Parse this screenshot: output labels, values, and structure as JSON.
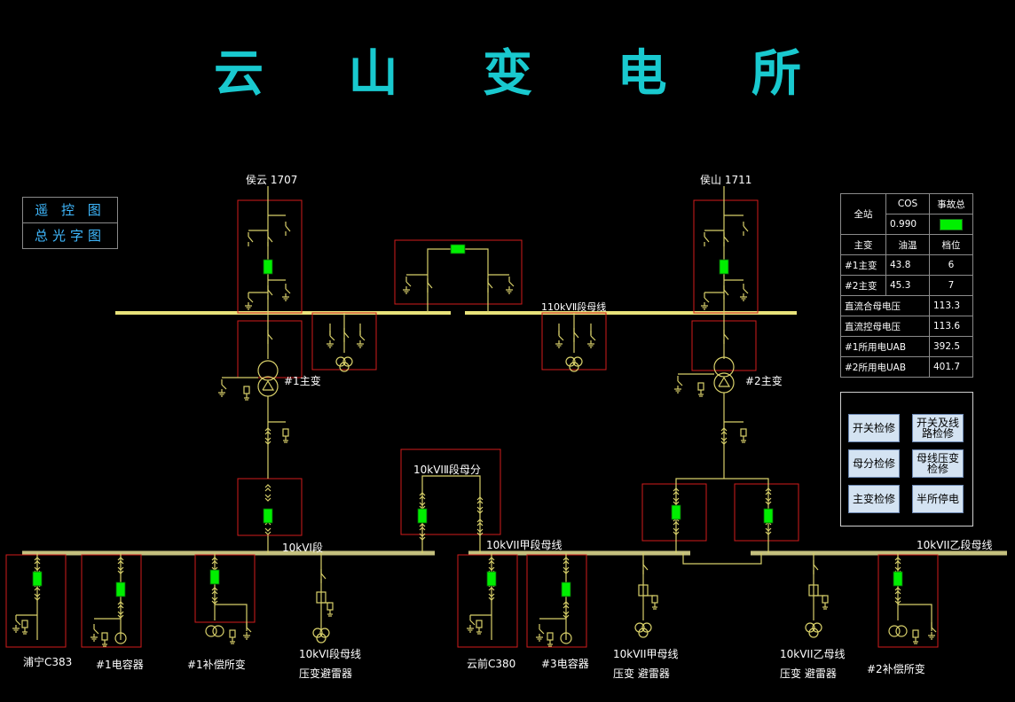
{
  "title": "云 山 变 电 所",
  "nav": {
    "remote_control": "遥 控 图",
    "alarm_panel": "总光字图"
  },
  "lines": {
    "left_incoming": "侯云 1707",
    "right_incoming": "侯山 1711"
  },
  "bus_labels": {
    "bus110_ii": "110kVⅡ段母线",
    "bus10_i": "10kVⅠ段",
    "bus10_i_ii_section": "10kVⅠⅡ段母分",
    "bus10_vii_a": "10kVII甲段母线",
    "bus10_vii_b": "10kVII乙段母线"
  },
  "transformers": {
    "t1": "#1主变",
    "t2": "#2主变"
  },
  "feeders": {
    "puning": "浦宁C383",
    "cap1": "#1电容器",
    "comp1": "#1补偿所变",
    "vi_pt_line1": "10kVI段母线",
    "vi_pt_line2": "压变避雷器",
    "yunqian": "云前C380",
    "cap3": "#3电容器",
    "va_pt_line1": "10kVII甲母线",
    "va_pt_line2": "压变 避雷器",
    "vb_pt_line1": "10kVII乙母线",
    "vb_pt_line2": "压变 避雷器",
    "comp2": "#2补偿所变"
  },
  "measurements": {
    "station_label": "全站",
    "cos_label": "COS",
    "cos_value": "0.990",
    "accident_label": "事故总",
    "transformer_col": "主变",
    "oil_temp_col": "油温",
    "tap_col": "档位",
    "t1_label": "#1主变",
    "t1_oil": "43.8",
    "t1_tap": "6",
    "t2_label": "#2主变",
    "t2_oil": "45.3",
    "t2_tap": "7",
    "dc_close_label": "直流合母电压",
    "dc_close_value": "113.3",
    "dc_ctrl_label": "直流控母电压",
    "dc_ctrl_value": "113.6",
    "aux1_label": "#1所用电UAB",
    "aux1_value": "392.5",
    "aux2_label": "#2所用电UAB",
    "aux2_value": "401.7"
  },
  "buttons": {
    "switch_maint": "开关检修",
    "switch_line_maint": "开关及线路检修",
    "bus_tie_maint": "母分检修",
    "bus_pt_maint": "母线压变检修",
    "transformer_maint": "主变检修",
    "half_outage": "半所停电"
  },
  "colors": {
    "title": "#19c9cf",
    "bus": "#e8e27a",
    "device": "#d8d06a",
    "frame": "#d21c1c",
    "closed_breaker": "#00ee00",
    "nav_text": "#3fb9ff",
    "tap_value": "#ff5cff"
  }
}
